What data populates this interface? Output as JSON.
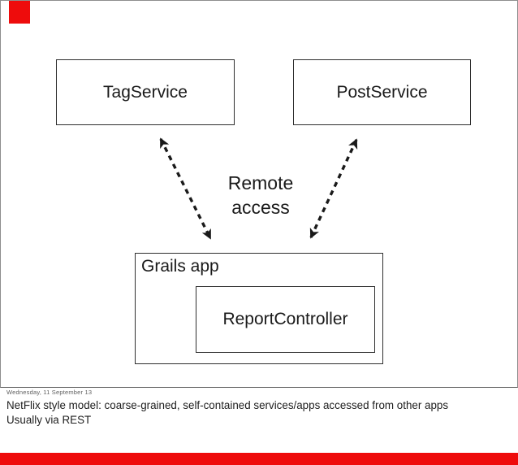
{
  "slide": {
    "nodes": {
      "tag_service": "TagService",
      "post_service": "PostService",
      "grails_app": "Grails app",
      "report_controller": "ReportController"
    },
    "remote_access_label": {
      "line1": "Remote",
      "line2": "access"
    }
  },
  "footer": {
    "date": "Wednesday, 11 September 13",
    "notes_line1": "NetFlix style model: coarse-grained, self-contained services/apps accessed from other apps",
    "notes_line2": "Usually via REST"
  },
  "colors": {
    "accent-red": "#ee0c0c",
    "box-border": "#2e2e2e",
    "slide-border": "#8e8e8e",
    "text": "#1a1a1a",
    "arrow": "#1a1a1a",
    "date-text": "#606060"
  }
}
